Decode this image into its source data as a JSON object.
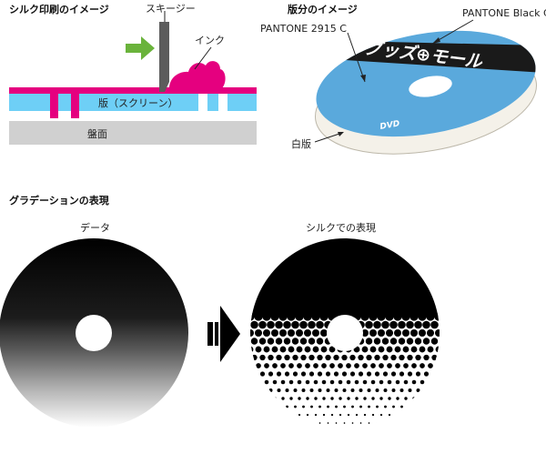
{
  "silk": {
    "title": "シルク印刷のイメージ",
    "squeegee_label": "スキージー",
    "ink_label": "インク",
    "screen_label": "版（スクリーン）",
    "platen_label": "盤面"
  },
  "plate": {
    "title": "版分のイメージ",
    "pantone_black_label": "PANTONE Black C",
    "pantone_2915_label": "PANTONE 2915 C",
    "white_label": "白版",
    "disc_text": "グッズ⊕モール",
    "dvd_text": "DVD"
  },
  "gradation": {
    "title": "グラデーションの表現",
    "data_label": "データ",
    "silk_label": "シルクでの表現"
  },
  "colors": {
    "magenta": "#e5007f",
    "cyan": "#6ecff6",
    "platen_gray": "#d0d0d0",
    "green_arrow": "#6ab33b",
    "disc_blue": "#5aa9dc",
    "disc_white": "#f4f1e9"
  }
}
